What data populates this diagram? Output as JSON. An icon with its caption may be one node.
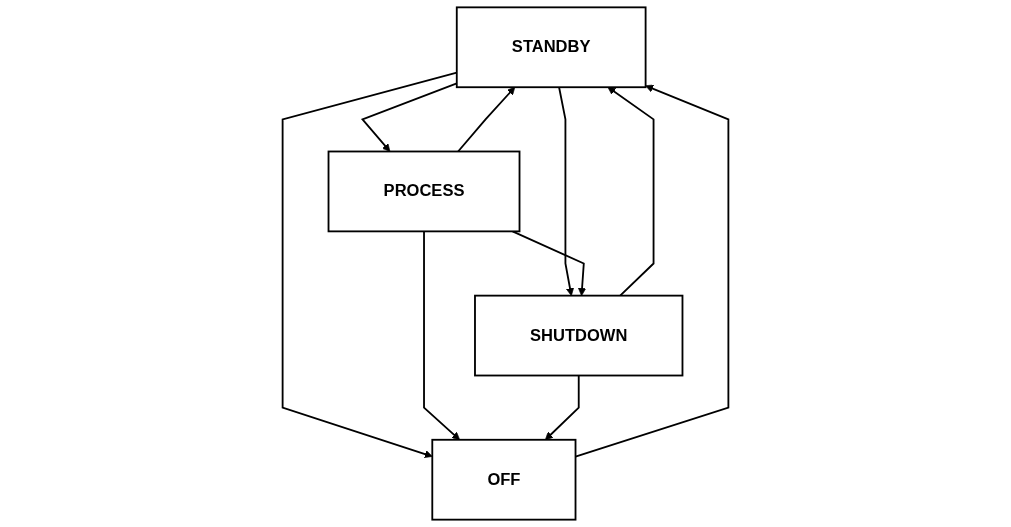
{
  "diagram": {
    "nodes": [
      {
        "text": [
          "STANDBY"
        ]
      },
      {
        "text": [
          "OFF"
        ]
      },
      {
        "text": [
          "SHUTDOWN"
        ]
      },
      {
        "text": [
          "PROCESS"
        ]
      }
    ],
    "edges": [
      {
        "from": 0,
        "to": 1,
        "arrow": "to"
      },
      {
        "from": 1,
        "to": 0,
        "arrow": "to"
      },
      {
        "from": 0,
        "to": 2,
        "arrow": "to"
      },
      {
        "from": 2,
        "to": 0,
        "arrow": "to"
      },
      {
        "from": 0,
        "to": 3,
        "arrow": "to"
      },
      {
        "from": 3,
        "to": 0,
        "arrow": "to"
      },
      {
        "from": 3,
        "to": 1,
        "arrow": "to"
      },
      {
        "from": 3,
        "to": 2,
        "arrow": "to"
      },
      {
        "from": 2,
        "to": 1,
        "arrow": "to"
      }
    ]
  }
}
